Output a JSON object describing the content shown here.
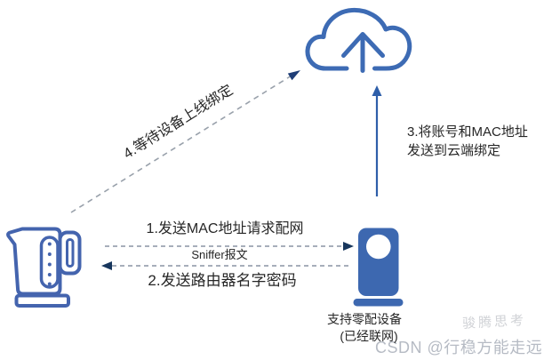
{
  "diagram": {
    "steps": {
      "step1": "1.发送MAC地址请求配网",
      "sniffer": "Sniffer报文",
      "step2": "2.发送路由器名字密码",
      "step3_line1": "3.将账号和MAC地址",
      "step3_line2": "发送到云端绑定",
      "step4": "4.等待设备上线绑定"
    },
    "device": {
      "label_line1": "支持零配设备",
      "label_line2": "(已经联网)"
    },
    "icons": {
      "cloud": "cloud-upload-icon",
      "kettle": "kettle-icon",
      "device": "speaker-device-icon"
    },
    "colors": {
      "cloud_outline": "#3d6bb4",
      "kettle_outline": "#4464ae",
      "device_fill": "#3d68b0",
      "solid_arrow": "#2e5ea9",
      "arrowhead": "#17365d",
      "dashed_line": "#8a94a4",
      "text": "#262626"
    }
  },
  "watermarks": {
    "csdn": "CSDN @行稳方能走远",
    "faint": "骏腾思考"
  }
}
